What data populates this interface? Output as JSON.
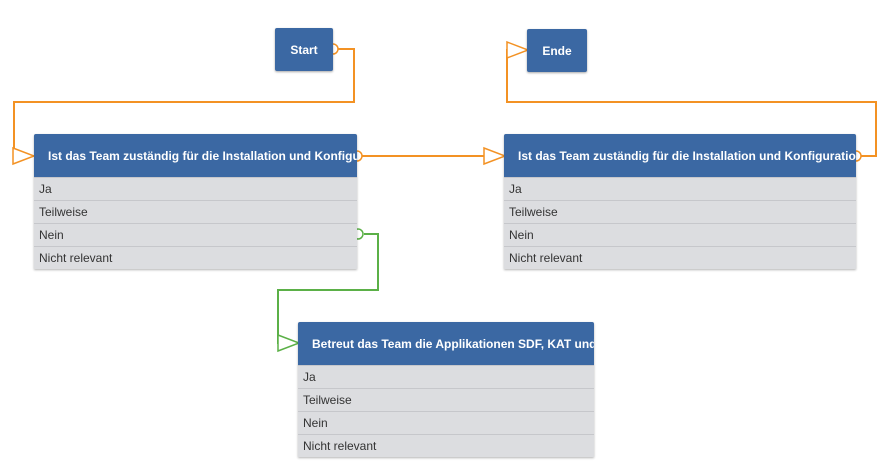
{
  "start": {
    "label": "Start"
  },
  "end": {
    "label": "Ende"
  },
  "questions": [
    {
      "title": "Ist das Team zuständig für die Installation und Konfiguration",
      "answers": [
        "Ja",
        "Teilweise",
        "Nein",
        "Nicht relevant"
      ]
    },
    {
      "title": "Ist das Team zuständig für die Installation und Konfiguration",
      "answers": [
        "Ja",
        "Teilweise",
        "Nein",
        "Nicht relevant"
      ]
    },
    {
      "title": "Betreut das Team die Applikationen SDF, KAT und RAP",
      "answers": [
        "Ja",
        "Teilweise",
        "Nein",
        "Nicht relevant"
      ]
    }
  ],
  "colors": {
    "node_header": "#3b68a3",
    "answer_bg": "#dcdde0",
    "connector_orange": "#f39224",
    "connector_green": "#5bb047"
  }
}
